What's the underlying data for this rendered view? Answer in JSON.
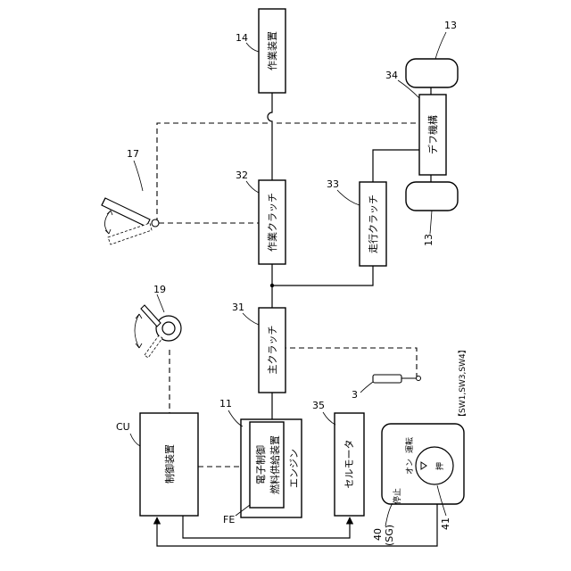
{
  "components": {
    "work_device": {
      "label": "作業装置",
      "ref": "14"
    },
    "diff": {
      "label": "デフ機構",
      "ref": "34"
    },
    "wheel_top_ref": "13",
    "wheel_bottom_ref": "13",
    "lever_ref": "17",
    "work_clutch": {
      "label": "作業クラッチ",
      "ref": "32"
    },
    "travel_clutch": {
      "label": "走行クラッチ",
      "ref": "33"
    },
    "main_clutch": {
      "label": "主クラッチ",
      "ref": "31"
    },
    "throttle_ref": "19",
    "pedal_ref": "3",
    "controller": {
      "label": "制御装置",
      "ref": "CU"
    },
    "engine": {
      "label": "エンジン",
      "ref": "11"
    },
    "fuel_device": {
      "label_line1": "電子制御",
      "label_line2": "燃料供給装置",
      "ref": "FE"
    },
    "starter": {
      "label": "セルモータ",
      "ref": "35"
    },
    "switch_panel": {
      "ref_line1": "40",
      "ref_line2": "(SG)",
      "button_ref": "41",
      "pos_stop": "停止",
      "pos_on": "オン",
      "pos_run": "運転",
      "push_label": "押",
      "sw_note": "【SW1,SW3,SW4】"
    }
  }
}
